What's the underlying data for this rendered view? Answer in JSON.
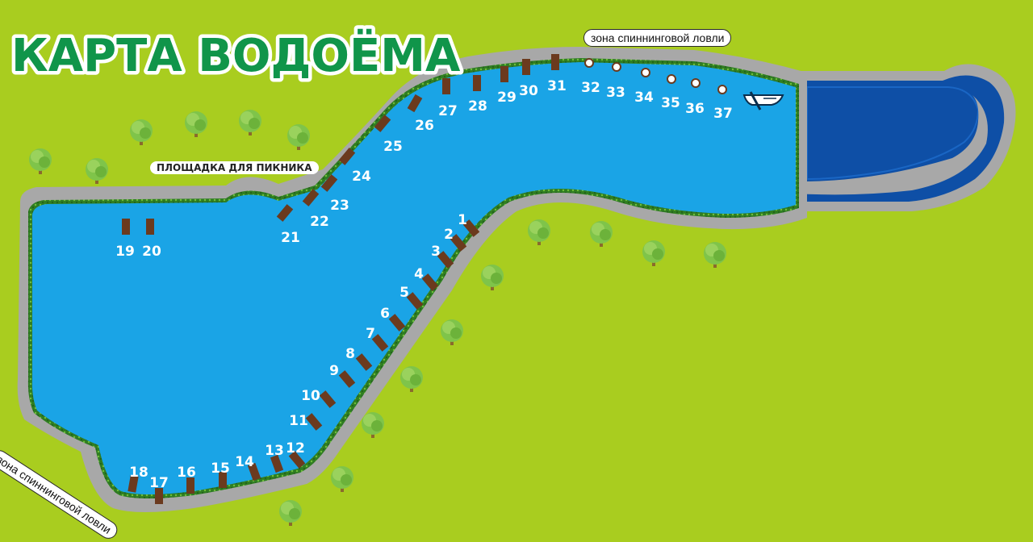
{
  "title": "КАРТА ВОДОЁМА",
  "labels": {
    "spinning_zone_top": "зона спиннинговой ловли",
    "spinning_zone_left": "зона спиннинговой ловли",
    "picnic_area": "ПЛОЩАДКА ДЛЯ ПИКНИКА"
  },
  "colors": {
    "grass": "#a9cd1f",
    "water": "#1aa4e6",
    "path": "#a8a8a8",
    "pond": "#0e4fa6",
    "peg": "#6b3a1e",
    "title": "#10954a"
  },
  "pegs": [
    {
      "num": "1",
      "type": "peg"
    },
    {
      "num": "2",
      "type": "peg"
    },
    {
      "num": "3",
      "type": "peg"
    },
    {
      "num": "4",
      "type": "peg"
    },
    {
      "num": "5",
      "type": "peg"
    },
    {
      "num": "6",
      "type": "peg"
    },
    {
      "num": "7",
      "type": "peg"
    },
    {
      "num": "8",
      "type": "peg"
    },
    {
      "num": "9",
      "type": "peg"
    },
    {
      "num": "10",
      "type": "peg"
    },
    {
      "num": "11",
      "type": "peg"
    },
    {
      "num": "12",
      "type": "peg"
    },
    {
      "num": "13",
      "type": "peg"
    },
    {
      "num": "14",
      "type": "peg"
    },
    {
      "num": "15",
      "type": "peg"
    },
    {
      "num": "16",
      "type": "peg"
    },
    {
      "num": "17",
      "type": "peg"
    },
    {
      "num": "18",
      "type": "peg"
    },
    {
      "num": "19",
      "type": "peg"
    },
    {
      "num": "20",
      "type": "peg"
    },
    {
      "num": "21",
      "type": "peg"
    },
    {
      "num": "22",
      "type": "peg"
    },
    {
      "num": "23",
      "type": "peg"
    },
    {
      "num": "24",
      "type": "peg"
    },
    {
      "num": "25",
      "type": "peg"
    },
    {
      "num": "26",
      "type": "peg"
    },
    {
      "num": "27",
      "type": "peg"
    },
    {
      "num": "28",
      "type": "peg"
    },
    {
      "num": "29",
      "type": "peg"
    },
    {
      "num": "30",
      "type": "peg"
    },
    {
      "num": "31",
      "type": "peg"
    },
    {
      "num": "32",
      "type": "spot"
    },
    {
      "num": "33",
      "type": "spot"
    },
    {
      "num": "34",
      "type": "spot"
    },
    {
      "num": "35",
      "type": "spot"
    },
    {
      "num": "36",
      "type": "spot"
    },
    {
      "num": "37",
      "type": "spot"
    }
  ],
  "icons": [
    "boat-icon",
    "tree-icon"
  ]
}
